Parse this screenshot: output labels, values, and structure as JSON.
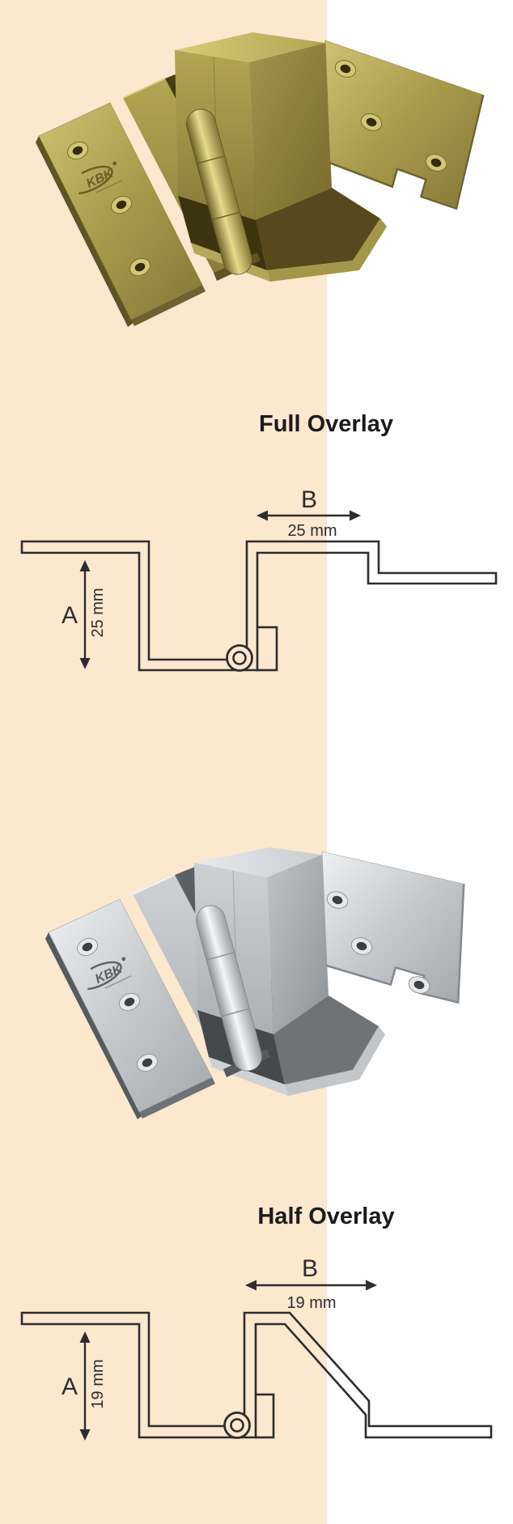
{
  "page": {
    "title": "Hinge overlay infographic",
    "colors": {
      "background_panel": "#fce7cf",
      "background_page": "#ffffff",
      "diagram_line": "#2d2d2d",
      "heading_text": "#1b1b1d",
      "brass_base": "#a3954a",
      "brass_highlight": "#d6c978",
      "brass_shadow": "#5f5424",
      "silver_base": "#c6c9cc",
      "silver_highlight": "#eceef0",
      "silver_shadow": "#505559"
    }
  },
  "sections": [
    {
      "heading": "Full Overlay",
      "hinge": {
        "logo_text": "KBK"
      },
      "diagram": {
        "b_label": "B",
        "b_value": "25 mm",
        "a_label": "A",
        "a_value": "25 mm"
      }
    },
    {
      "heading": "Half Overlay",
      "hinge": {
        "logo_text": "KBK"
      },
      "diagram": {
        "b_label": "B",
        "b_value": "19 mm",
        "a_label": "A",
        "a_value": "19 mm"
      }
    }
  ]
}
